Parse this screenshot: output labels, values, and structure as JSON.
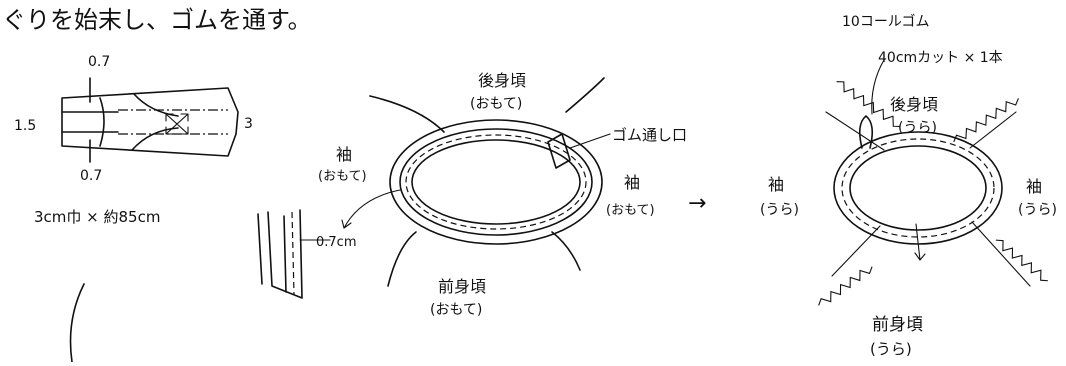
{
  "header": {
    "instruction": "ぐりを始末し、ゴムを通す。"
  },
  "bias_strip": {
    "dim_top": "0.7",
    "dim_bottom": "0.7",
    "dim_left": "1.5",
    "dim_right": "3",
    "size_label": "3cm巾 × 約85cm"
  },
  "middle": {
    "back_label": "後身頃",
    "back_sub": "(おもて)",
    "left_sleeve": "袖",
    "left_sleeve_sub": "(おもて)",
    "right_sleeve": "袖",
    "right_sleeve_sub": "(おもて)",
    "front_label": "前身頃",
    "front_sub": "(おもて)",
    "elastic_opening": "ゴム通し口",
    "seam_margin": "0.7cm"
  },
  "right": {
    "elastic_type": "10コールゴム",
    "elastic_cut": "40cmカット × 1本",
    "back_label": "後身頃",
    "back_sub": "(うら)",
    "left_sleeve": "袖",
    "left_sleeve_sub": "(うら)",
    "right_sleeve": "袖",
    "right_sleeve_sub": "(うら)",
    "front_label": "前身頃",
    "front_sub": "(うら)"
  },
  "arrow": {
    "symbol": "→"
  }
}
